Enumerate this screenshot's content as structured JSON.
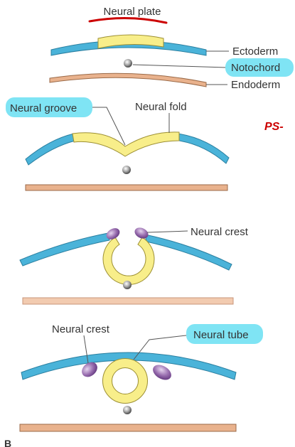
{
  "labels": {
    "neural_plate": "Neural plate",
    "ectoderm": "Ectoderm",
    "notochord": "Notochord",
    "endoderm": "Endoderm",
    "neural_groove": "Neural groove",
    "neural_fold": "Neural fold",
    "neural_crest_1": "Neural crest",
    "neural_crest_2": "Neural crest",
    "neural_tube": "Neural tube",
    "panel_letter": "B"
  },
  "annotation": {
    "handwritten_note": "PS-"
  },
  "colors": {
    "ectoderm": "#4ab3d9",
    "neural": "#f8ee8a",
    "neural_stroke": "#9c8f33",
    "endoderm": "#e9b28d",
    "crest": "#9a6fb0",
    "highlight": "#7fe4f4",
    "red_mark": "#cc0000",
    "notochord": "#9a9a9a"
  }
}
